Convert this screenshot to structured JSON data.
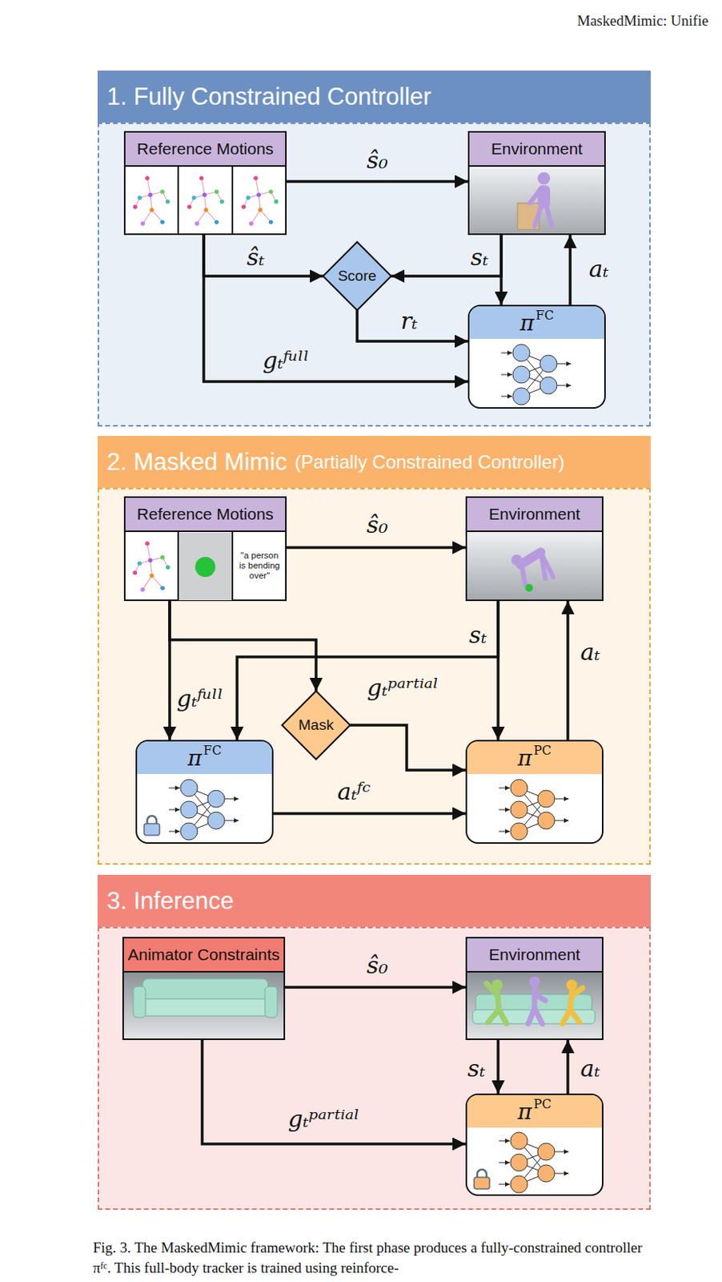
{
  "diagram": {
    "caption": "Fig. 3. The MaskedMimic framework: The first phase produces a fully-constrained controller πᶠᶜ. This full-body tracker is trained using reinforce-",
    "nodes": [
      {
        "text": [
          "1. Fully Constrained Controller"
        ]
      },
      {
        "text": [
          "Reference Motions"
        ],
        "in": 0
      },
      {
        "text": [
          "Environment"
        ],
        "in": 0
      },
      {
        "text": [
          "Score"
        ],
        "in": 0
      },
      {
        "text": [
          "π",
          "FC"
        ],
        "in": 0
      },
      {
        "text": [
          "2. Masked Mimic",
          "(Partially Constrained Controller)"
        ]
      },
      {
        "text": [
          "Reference Motions",
          "\"a person is bending over\""
        ],
        "in": 5
      },
      {
        "text": [
          "Environment"
        ],
        "in": 5
      },
      {
        "text": [
          "Mask"
        ],
        "in": 5
      },
      {
        "text": [
          "π",
          "FC"
        ],
        "in": 5
      },
      {
        "text": [
          "π",
          "PC"
        ],
        "in": 5
      },
      {
        "text": [
          "3. Inference"
        ]
      },
      {
        "text": [
          "Animator Constraints"
        ],
        "in": 11
      },
      {
        "text": [
          "Environment"
        ],
        "in": 11
      },
      {
        "text": [
          "π",
          "PC"
        ],
        "in": 11
      }
    ],
    "edges": [
      {
        "from": 1,
        "to": 2,
        "arrow": "to",
        "label": "ŝ₀"
      },
      {
        "from": 1,
        "to": 3,
        "arrow": "to",
        "label": "ŝₜ"
      },
      {
        "from": 2,
        "to": 3,
        "arrow": "to",
        "label": "sₜ"
      },
      {
        "from": 2,
        "to": 4,
        "arrow": "to"
      },
      {
        "from": 3,
        "to": 4,
        "arrow": "to",
        "label": "rₜ"
      },
      {
        "from": 1,
        "to": 4,
        "arrow": "to",
        "label": "gₜᶠᵘˡˡ"
      },
      {
        "from": 4,
        "to": 2,
        "arrow": "to",
        "label": "aₜ"
      },
      {
        "from": 6,
        "to": 7,
        "arrow": "to",
        "label": "ŝ₀"
      },
      {
        "from": 6,
        "to": 9,
        "arrow": "to",
        "label": "gₜᶠᵘˡˡ"
      },
      {
        "from": 6,
        "to": 8,
        "arrow": "to"
      },
      {
        "from": 7,
        "to": 9,
        "arrow": "to"
      },
      {
        "from": 7,
        "to": 10,
        "arrow": "to",
        "label": "sₜ"
      },
      {
        "from": 8,
        "to": 10,
        "arrow": "to",
        "label": "gₜᵖᵃʳᵗⁱᵃˡ"
      },
      {
        "from": 9,
        "to": 10,
        "arrow": "to",
        "label": "aₜᶠᶜ"
      },
      {
        "from": 10,
        "to": 7,
        "arrow": "to",
        "label": "aₜ"
      },
      {
        "from": 12,
        "to": 13,
        "arrow": "to",
        "label": "ŝ₀"
      },
      {
        "from": 12,
        "to": 14,
        "arrow": "to",
        "label": "gₜᵖᵃʳᵗⁱᵃˡ"
      },
      {
        "from": 13,
        "to": 14,
        "arrow": "to",
        "label": "sₜ"
      },
      {
        "from": 14,
        "to": 13,
        "arrow": "to",
        "label": "aₜ"
      }
    ],
    "labels": [
      "MaskedMimic: Unifie"
    ]
  }
}
